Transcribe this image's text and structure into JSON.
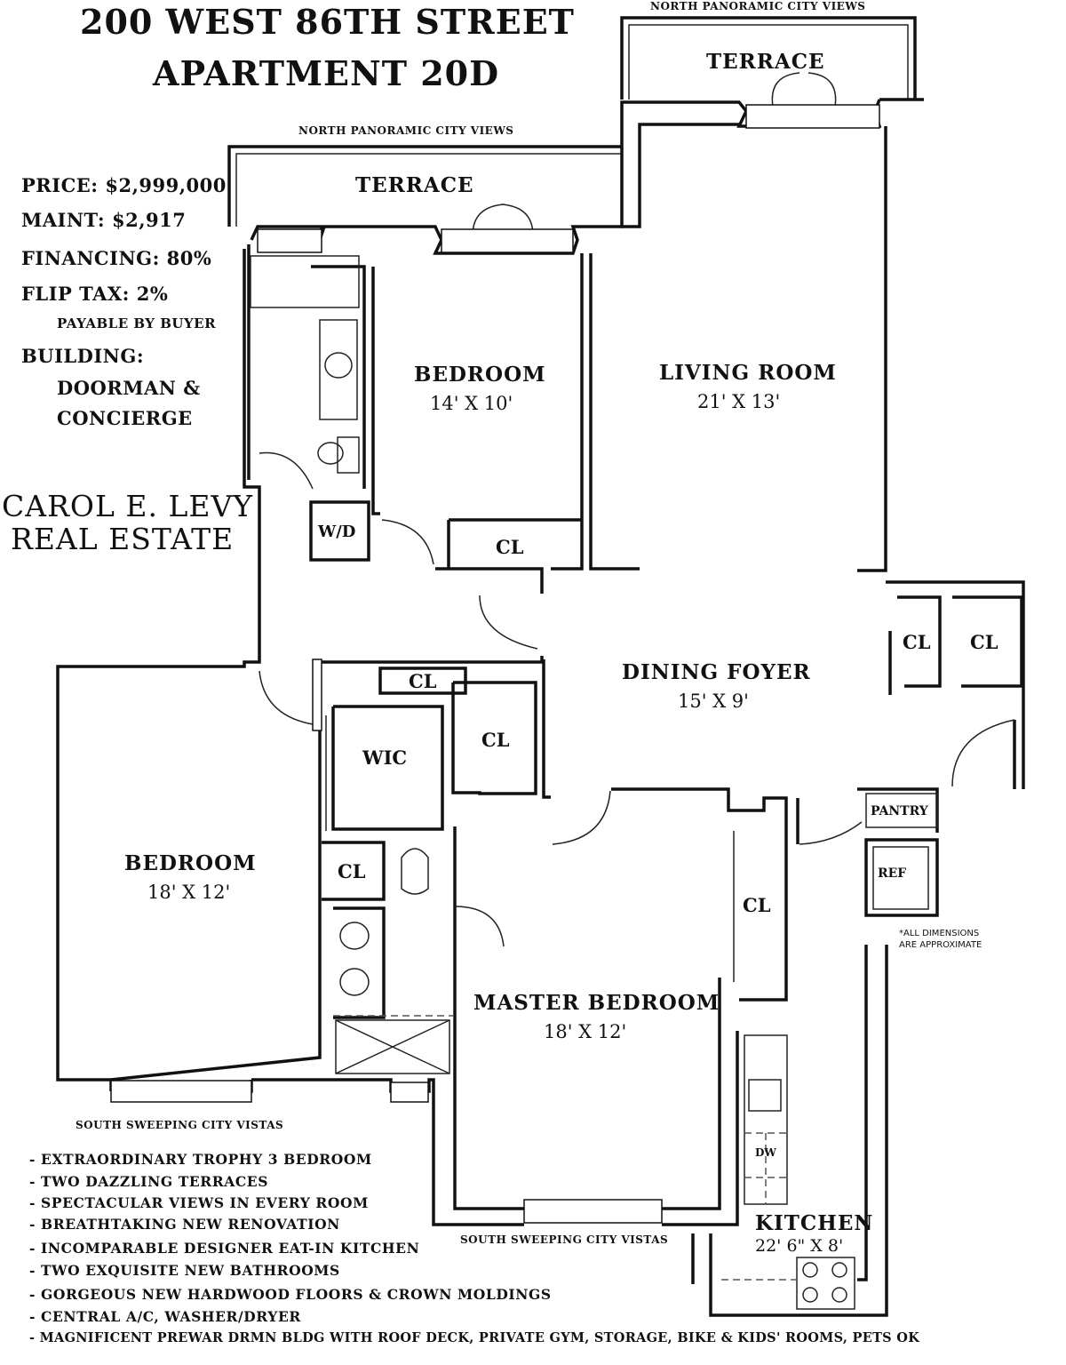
{
  "header": {
    "address": "200 WEST 86TH STREET",
    "unit": "APARTMENT 20D"
  },
  "listing": {
    "price": "PRICE: $2,999,000",
    "maintenance": "MAINT: $2,917",
    "financing": "FINANCING: 80%",
    "flip_tax": "FLIP TAX: 2%",
    "flip_tax_note": "PAYABLE BY BUYER",
    "building_label": "BUILDING:",
    "building_line1": "DOORMAN &",
    "building_line2": "CONCIERGE"
  },
  "brokerage": {
    "line1": "CAROL E. LEVY",
    "line2": "REAL ESTATE"
  },
  "views": {
    "north_upper": "NORTH PANORAMIC CITY VIEWS",
    "north_lower": "NORTH PANORAMIC CITY VIEWS",
    "south_left": "SOUTH SWEEPING CITY VISTAS",
    "south_right": "SOUTH SWEEPING CITY VISTAS"
  },
  "rooms": {
    "terrace_upper": "TERRACE",
    "terrace_lower": "TERRACE",
    "bedroom_north": {
      "name": "BEDROOM",
      "dims": "14' X 10'"
    },
    "living_room": {
      "name": "LIVING ROOM",
      "dims": "21' X 13'"
    },
    "dining_foyer": {
      "name": "DINING FOYER",
      "dims": "15' X 9'"
    },
    "bedroom_west": {
      "name": "BEDROOM",
      "dims": "18' X 12'"
    },
    "master_bedroom": {
      "name": "MASTER BEDROOM",
      "dims": "18' X 12'"
    },
    "kitchen": {
      "name": "KITCHEN",
      "dims": "22' 6\" X 8'"
    }
  },
  "labels": {
    "wd": "W/D",
    "cl": "CL",
    "wic": "WIC",
    "pantry": "PANTRY",
    "ref": "REF",
    "dw": "DW"
  },
  "note": {
    "line1": "*ALL DIMENSIONS",
    "line2": "ARE APPROXIMATE"
  },
  "features": [
    "- EXTRAORDINARY TROPHY 3 BEDROOM",
    "- TWO DAZZLING TERRACES",
    "- SPECTACULAR VIEWS IN EVERY ROOM",
    "- BREATHTAKING NEW RENOVATION",
    "- INCOMPARABLE DESIGNER EAT-IN KITCHEN",
    "- TWO EXQUISITE NEW BATHROOMS",
    "- GORGEOUS NEW HARDWOOD FLOORS & CROWN MOLDINGS",
    "- CENTRAL A/C, WASHER/DRYER",
    "- MAGNIFICENT PREWAR DRMN BLDG WITH ROOF DECK, PRIVATE GYM, STORAGE, BIKE & KIDS' ROOMS, PETS OK"
  ]
}
